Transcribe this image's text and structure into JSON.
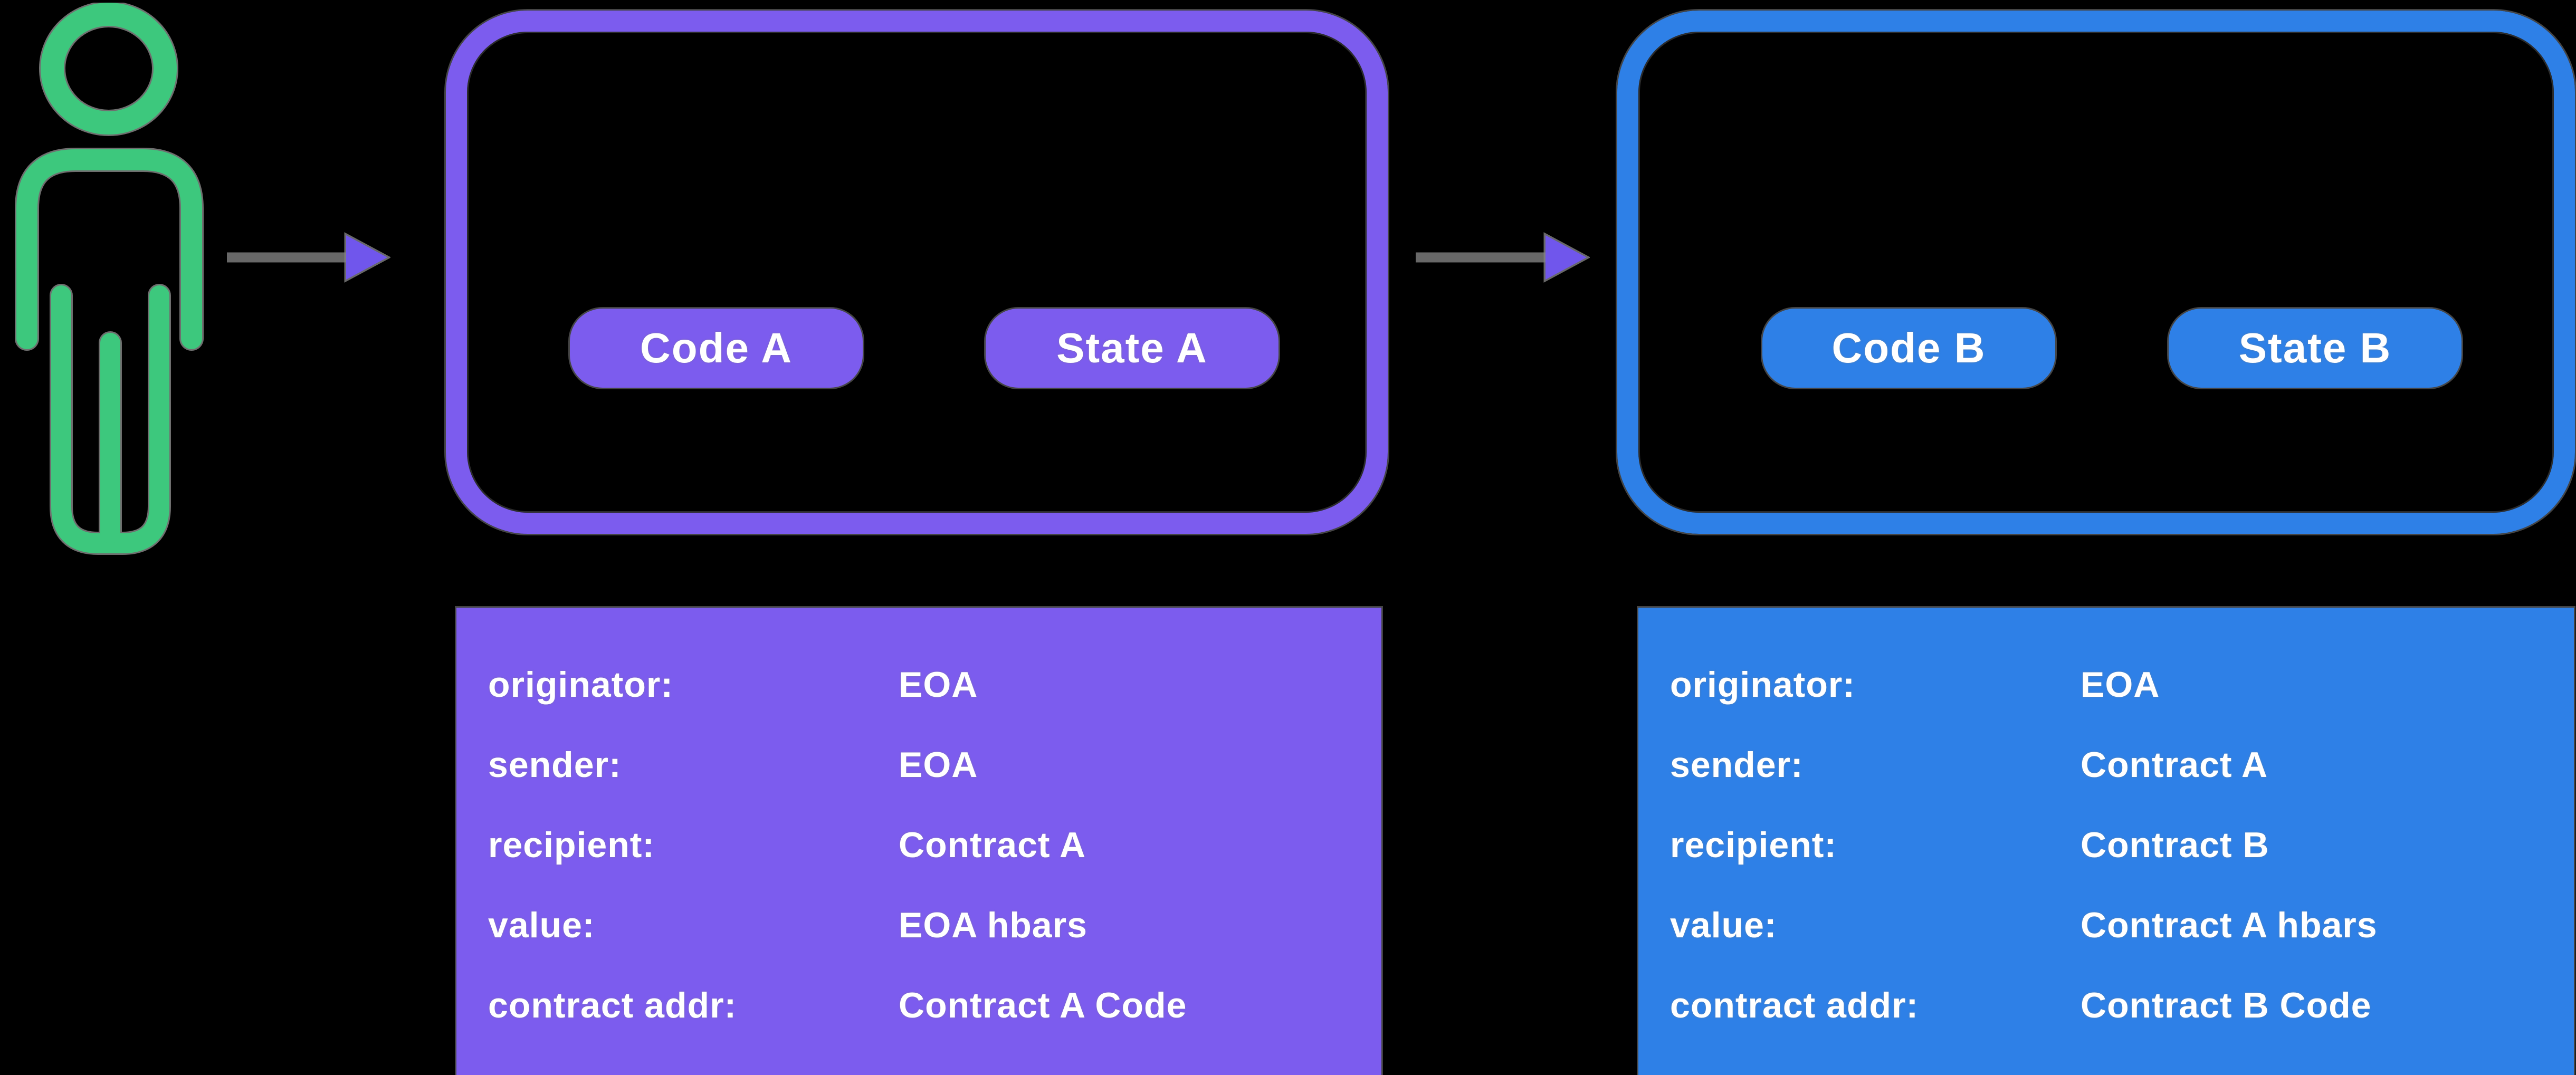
{
  "diagram": {
    "background_color": "#000000",
    "actor": {
      "icon": "person-icon",
      "color": "#3DC87D",
      "role": "EOA"
    },
    "arrows": [
      {
        "icon": "arrow-right-icon",
        "from": "EOA",
        "to": "Contract A",
        "tail_color": "#2E7FE8",
        "head_color": "#7056EC"
      },
      {
        "icon": "arrow-right-icon",
        "from": "Contract A",
        "to": "Contract B",
        "tail_color": "#2E7FE8",
        "head_color": "#7056EC"
      }
    ],
    "contract_a": {
      "accent_color": "#7C5CEE",
      "pills": [
        "Code A",
        "State A"
      ],
      "table": {
        "rows": [
          {
            "label": "originator:",
            "value": "EOA"
          },
          {
            "label": "sender:",
            "value": "EOA"
          },
          {
            "label": "recipient:",
            "value": "Contract A"
          },
          {
            "label": "value:",
            "value": "EOA hbars"
          },
          {
            "label": "contract addr:",
            "value": "Contract A Code"
          }
        ]
      }
    },
    "contract_b": {
      "accent_color": "#2E80E7",
      "pills": [
        "Code B",
        "State B"
      ],
      "table": {
        "rows": [
          {
            "label": "originator:",
            "value": "EOA"
          },
          {
            "label": "sender:",
            "value": "Contract A"
          },
          {
            "label": "recipient:",
            "value": "Contract B"
          },
          {
            "label": "value:",
            "value": "Contract A hbars"
          },
          {
            "label": "contract addr:",
            "value": "Contract B Code"
          }
        ]
      }
    },
    "text_color": "#FFFFFF"
  }
}
